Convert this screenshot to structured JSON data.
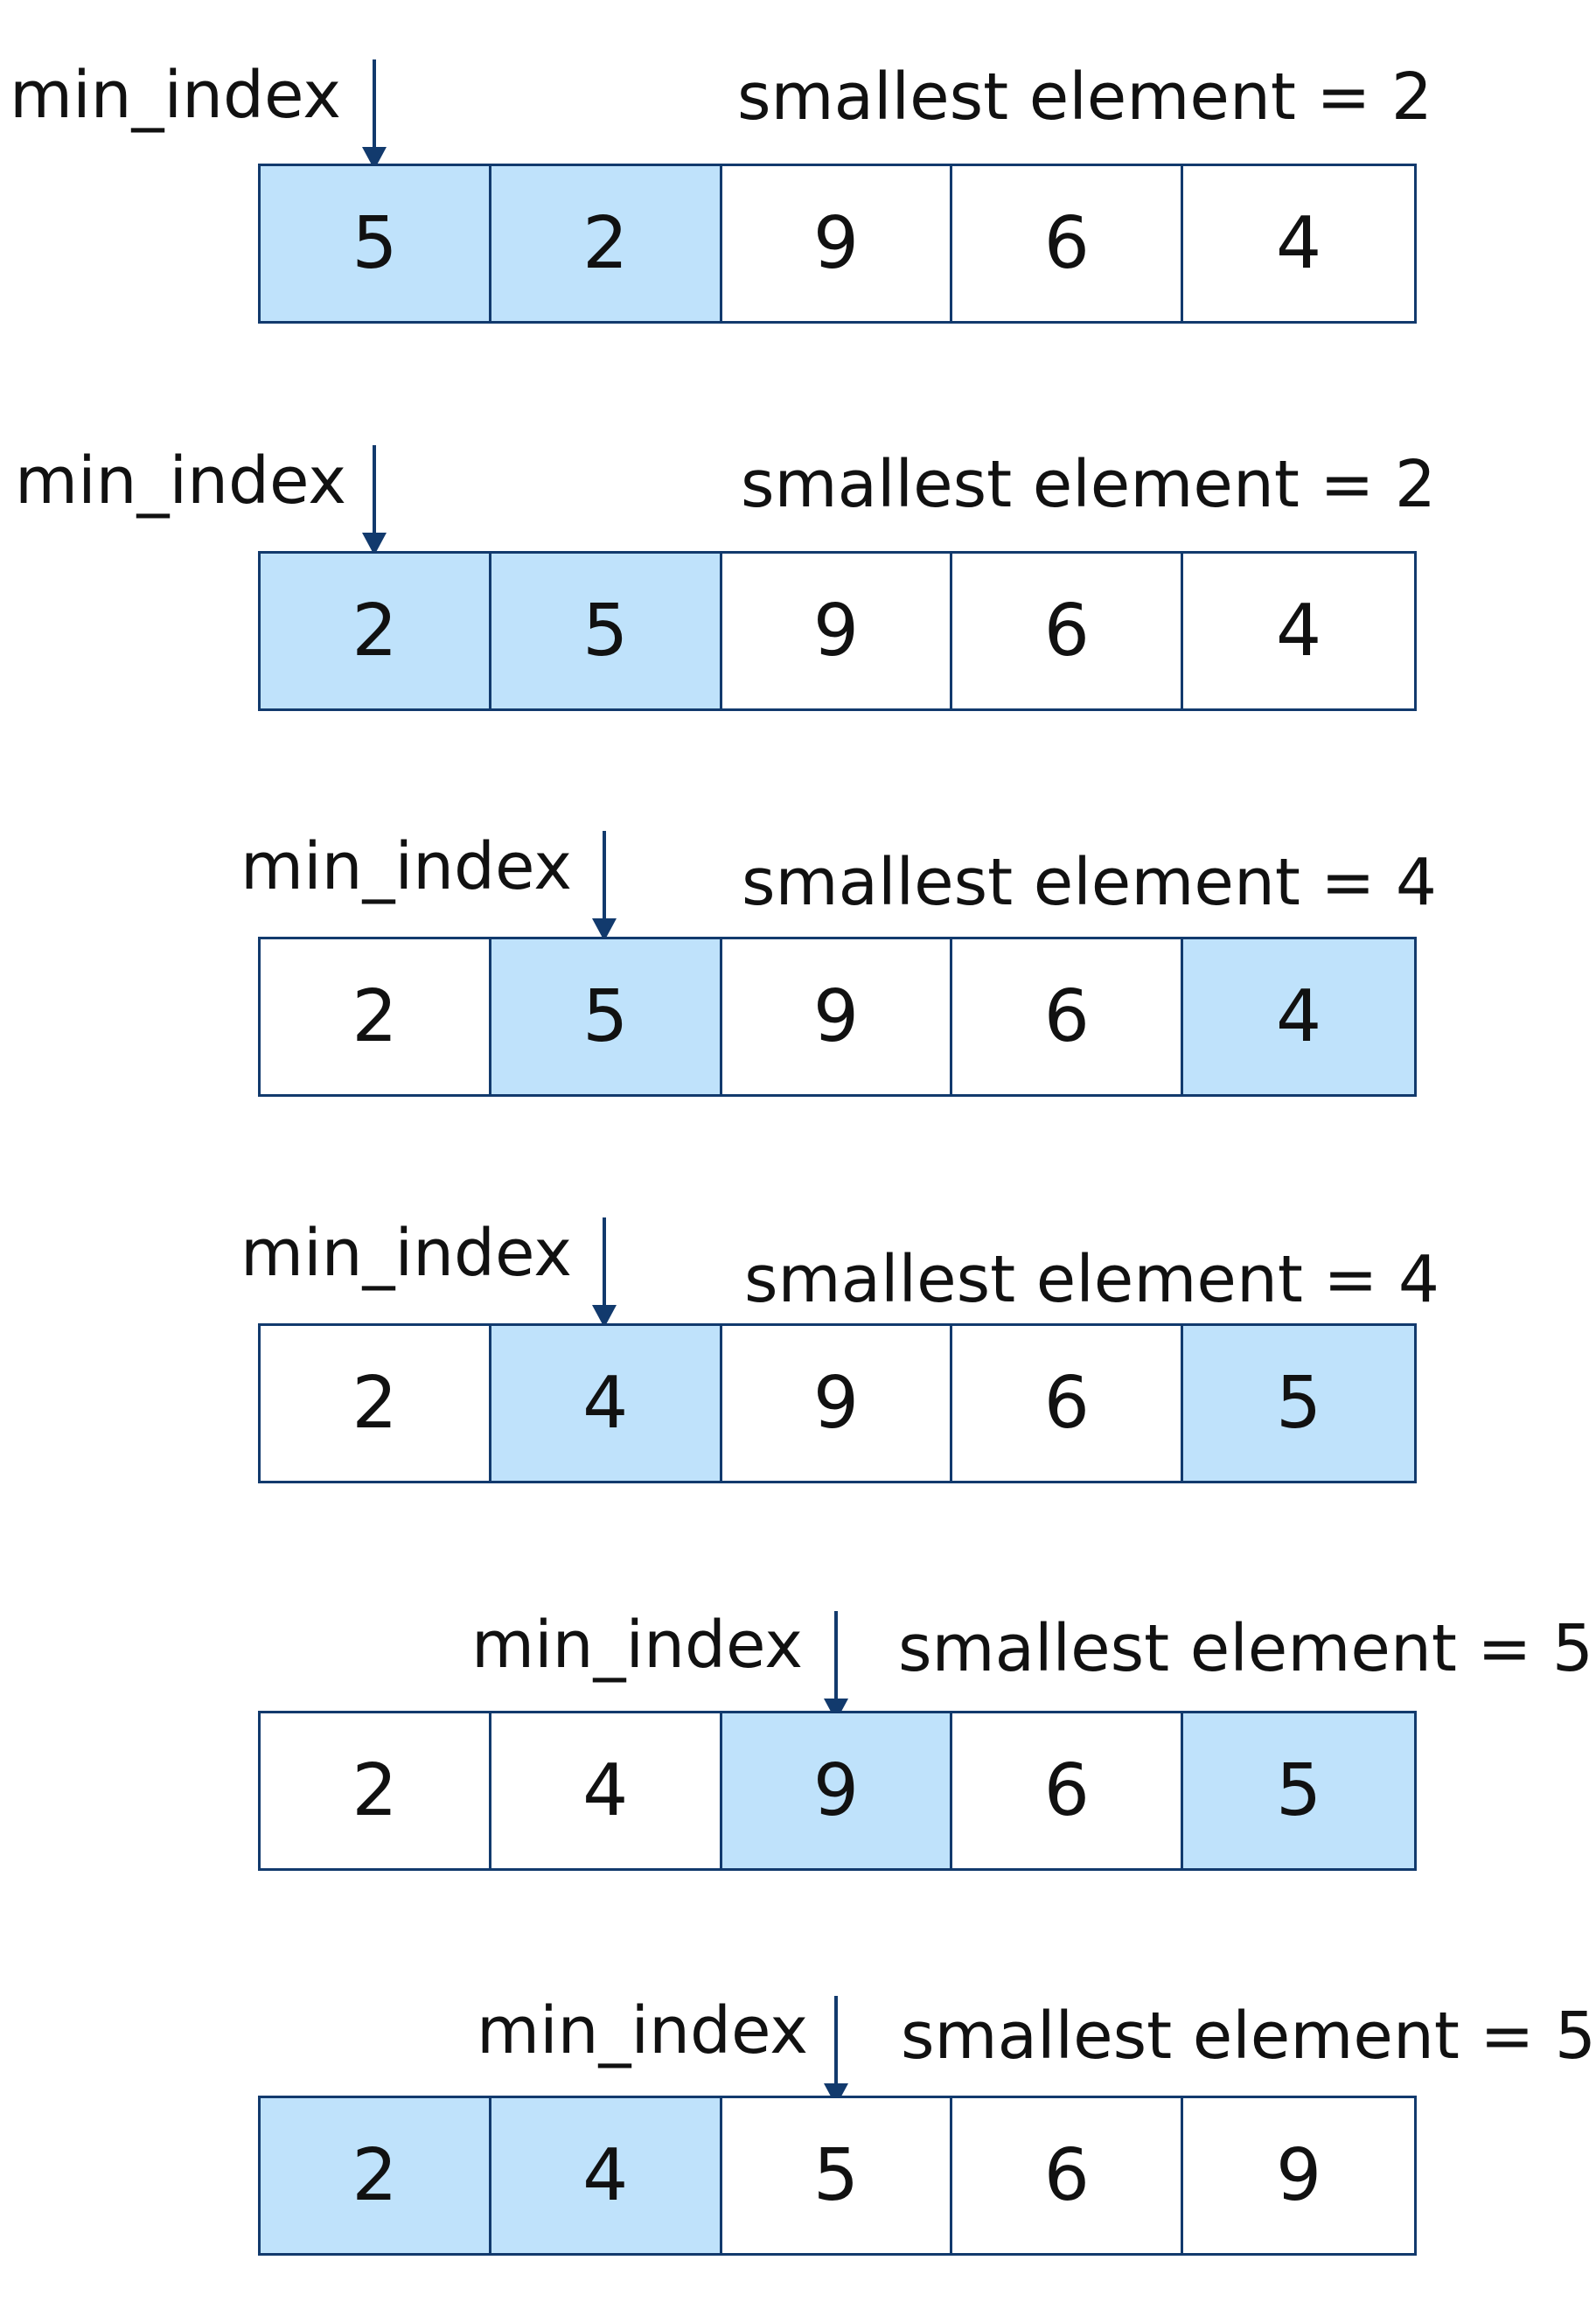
{
  "steps": [
    {
      "min_label": "min_index",
      "smallest_label": "smallest element = 2",
      "min_index": 0,
      "highlight": [
        0,
        1
      ],
      "values": [
        "5",
        "2",
        "9",
        "6",
        "4"
      ]
    },
    {
      "min_label": "min_index",
      "smallest_label": "smallest element = 2",
      "min_index": 0,
      "highlight": [
        0,
        1
      ],
      "values": [
        "2",
        "5",
        "9",
        "6",
        "4"
      ]
    },
    {
      "min_label": "min_index",
      "smallest_label": "smallest element = 4",
      "min_index": 1,
      "highlight": [
        1,
        4
      ],
      "values": [
        "2",
        "5",
        "9",
        "6",
        "4"
      ]
    },
    {
      "min_label": "min_index",
      "smallest_label": "smallest element = 4",
      "min_index": 1,
      "highlight": [
        1,
        4
      ],
      "values": [
        "2",
        "4",
        "9",
        "6",
        "5"
      ]
    },
    {
      "min_label": "min_index",
      "smallest_label": "smallest element = 5",
      "min_index": 2,
      "highlight": [
        2,
        4
      ],
      "values": [
        "2",
        "4",
        "9",
        "6",
        "5"
      ]
    },
    {
      "min_label": "min_index",
      "smallest_label": "smallest element = 5",
      "min_index": 2,
      "highlight": [
        0,
        1
      ],
      "values": [
        "2",
        "4",
        "5",
        "6",
        "9"
      ]
    }
  ],
  "colors": {
    "highlight": "#bfe2fb",
    "border": "#123a6d",
    "arrow": "#123a6d",
    "text": "#111111"
  }
}
